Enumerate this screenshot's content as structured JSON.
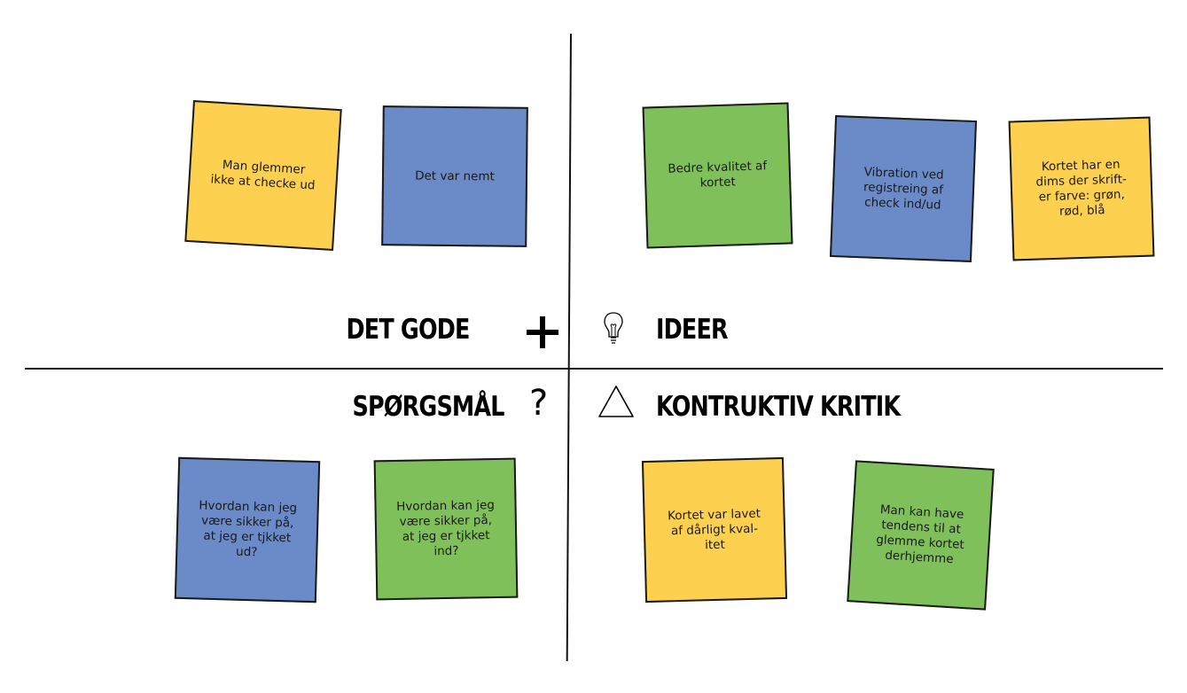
{
  "colors": {
    "yellow": "#fdd050",
    "blue": "#6b8ac8",
    "green": "#80c05a",
    "line": "#111111"
  },
  "quadrants": {
    "good": {
      "title": "DET GODE",
      "icon": "plus-icon",
      "notes": [
        {
          "text": "Man glemmer ikke at checke ud",
          "color": "yellow"
        },
        {
          "text": "Det var nemt",
          "color": "blue"
        }
      ]
    },
    "ideas": {
      "title": "IDEER",
      "icon": "lightbulb-icon",
      "notes": [
        {
          "text": "Bedre kvalitet af kortet",
          "color": "green"
        },
        {
          "text": "Vibration ved registreing af check ind/ud",
          "color": "blue"
        },
        {
          "text": "Kortet har en dims der skrift-er farve: grøn, rød, blå",
          "color": "yellow"
        }
      ]
    },
    "questions": {
      "title": "SPØRGSMÅL",
      "icon": "question-mark-icon",
      "icon_glyph": "?",
      "notes": [
        {
          "text": "Hvordan kan jeg være sikker på, at jeg er tjkket ud?",
          "color": "blue"
        },
        {
          "text": "Hvordan kan jeg være sikker på, at jeg er tjkket ind?",
          "color": "green"
        }
      ]
    },
    "critique": {
      "title": "KONTRUKTIV KRITIK",
      "icon": "triangle-icon",
      "notes": [
        {
          "text": "Kortet var lavet af dårligt kval-itet",
          "color": "yellow"
        },
        {
          "text": "Man kan have tendens til at glemme kortet derhjemme",
          "color": "green"
        }
      ]
    }
  }
}
